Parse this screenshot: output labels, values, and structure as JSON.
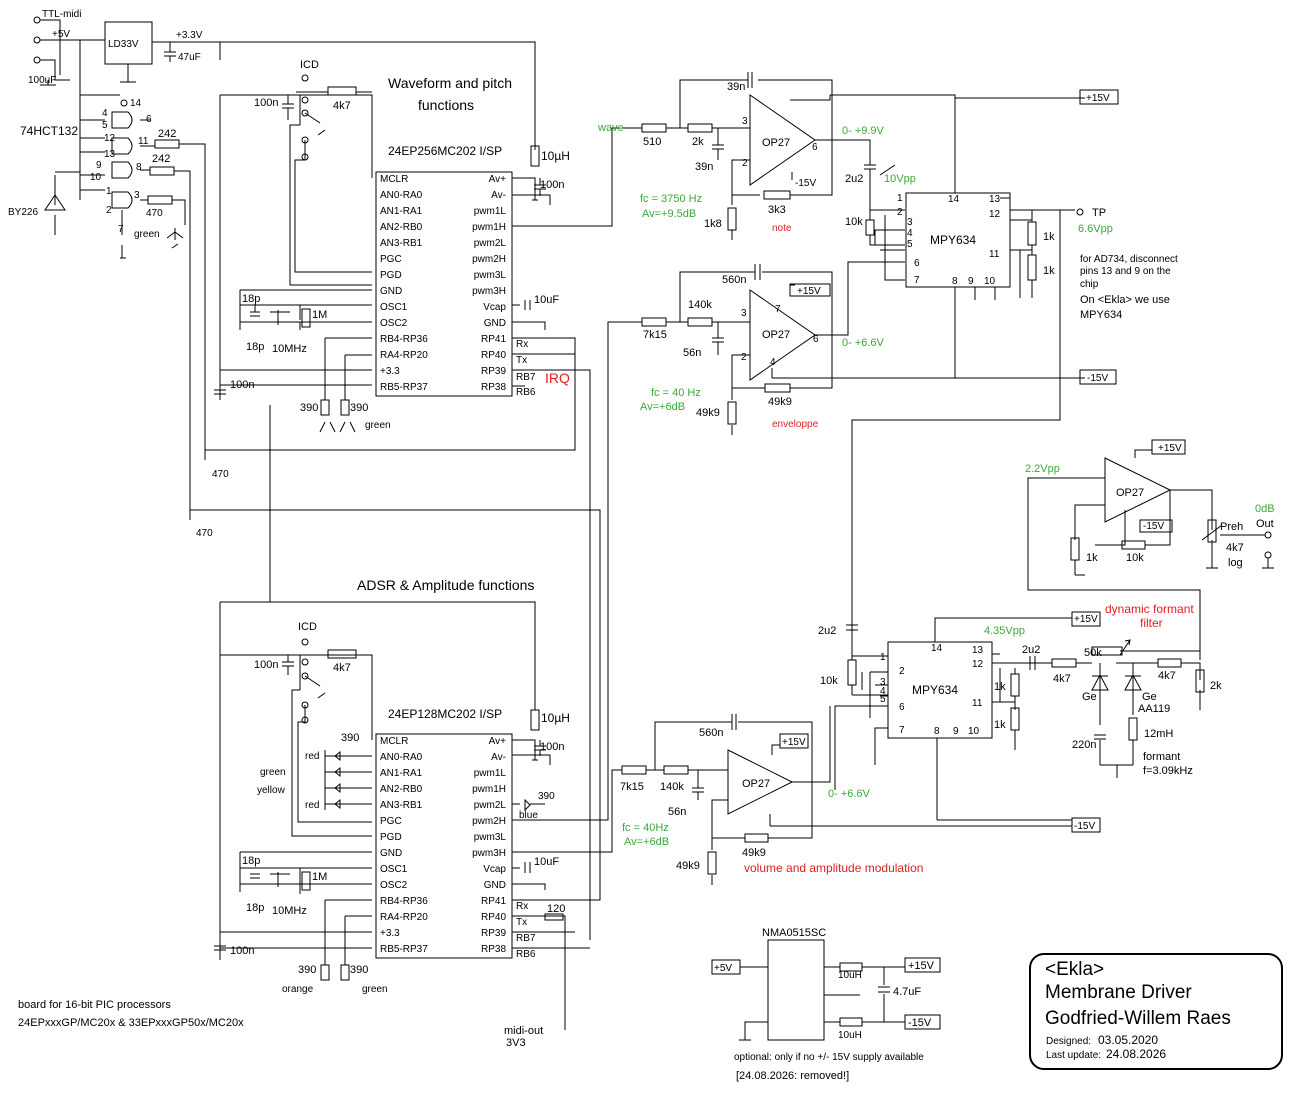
{
  "header": {
    "ttl_midi": "TTL-midi",
    "plus5v": "+5V",
    "ld33v": "LD33V",
    "plus3v3": "+3.3V",
    "c47uf": "47uF",
    "c100uf": "100uF",
    "hct132": "74HCT132",
    "by226": "BY226",
    "r242a": "242",
    "r242b": "242",
    "r470a": "470",
    "green": "green",
    "pins": [
      "14",
      "4",
      "5",
      "6",
      "12",
      "13",
      "11",
      "9",
      "10",
      "8",
      "1",
      "2",
      "3",
      "7"
    ]
  },
  "upper_chip": {
    "section_title_1": "Waveform and pitch",
    "section_title_2": "functions",
    "icd": "ICD",
    "c100n": "100n",
    "r4k7": "4k7",
    "part": "24EP256MC202 I/SP",
    "l10uh": "10µH",
    "c100n_b": "100n",
    "c10uf": "10uF",
    "c100n_c": "100n",
    "c18p_a": "18p",
    "c18p_b": "18p",
    "r1m": "1M",
    "x10mhz": "10MHz",
    "r390a": "390",
    "r390b": "390",
    "led_green": "green",
    "r470_b": "470",
    "r470_c": "470",
    "irq": "IRQ",
    "rx": "Rx",
    "tx": "Tx",
    "rb7": "RB7",
    "rb6": "RB6",
    "left_pins": [
      "MCLR",
      "AN0-RA0",
      "AN1-RA1",
      "AN2-RB0",
      "AN3-RB1",
      "PGC",
      "PGD",
      "GND",
      "OSC1",
      "OSC2",
      "RB4-RP36",
      "RA4-RP20",
      "+3.3",
      "RB5-RP37"
    ],
    "right_pins": [
      "Av+",
      "Av-",
      "pwm1L",
      "pwm1H",
      "pwm2L",
      "pwm2H",
      "pwm3L",
      "pwm3H",
      "Vcap",
      "GND",
      "RP41",
      "RP40",
      "RP39",
      "RP38"
    ]
  },
  "lower_chip": {
    "section_title": "ADSR & Amplitude functions",
    "icd": "ICD",
    "c100n": "100n",
    "r4k7": "4k7",
    "part": "24EP128MC202 I/SP",
    "l10uh": "10µH",
    "c100n_b": "100n",
    "c10uf": "10uF",
    "c100n_c": "100n",
    "r390": "390",
    "led_labels": [
      "red",
      "green",
      "yellow",
      "red"
    ],
    "blue": "blue",
    "r390_blue": "390",
    "c18p_a": "18p",
    "c18p_b": "18p",
    "r1m": "1M",
    "x10mhz": "10MHz",
    "r390c": "390",
    "r390d": "390",
    "orange": "orange",
    "green": "green",
    "r120": "120",
    "rx": "Rx",
    "tx": "Tx",
    "rb7": "RB7",
    "rb6": "RB6",
    "midi_out": "midi-out",
    "v3v3": "3V3",
    "board_note_1": "board for 16-bit PIC processors",
    "board_note_2": "24EPxxxGP/MC20x & 33EPxxxGP50x/MC20x",
    "left_pins": [
      "MCLR",
      "AN0-RA0",
      "AN1-RA1",
      "AN2-RB0",
      "AN3-RB1",
      "PGC",
      "PGD",
      "GND",
      "OSC1",
      "OSC2",
      "RB4-RP36",
      "RA4-RP20",
      "+3.3",
      "RB5-RP37"
    ],
    "right_pins": [
      "Av+",
      "Av-",
      "pwm1L",
      "pwm1H",
      "pwm2L",
      "pwm2H",
      "pwm3L",
      "pwm3H",
      "Vcap",
      "GND",
      "RP41",
      "RP40",
      "RP39",
      "RP38"
    ]
  },
  "wave_filter": {
    "c39n_top": "39n",
    "wave": "wave",
    "r510": "510",
    "r2k": "2k",
    "c39n": "39n",
    "op": "OP27",
    "p3": "3",
    "p2": "2",
    "p6": "6",
    "m15": "-15V",
    "r3k3": "3k3",
    "r1k8": "1k8",
    "note": "note",
    "fc": "fc = 3750 Hz",
    "av": "Av=+9.5dB",
    "out": "0- +9.9V",
    "p15": "+15V"
  },
  "env_filter": {
    "c560n": "560n",
    "r7k15": "7k15",
    "r140k": "140k",
    "c56n": "56n",
    "op": "OP27",
    "p15": "+15V",
    "p7": "7",
    "p3": "3",
    "p2": "2",
    "p4": "4",
    "p6": "6",
    "r49k9a": "49k9",
    "r49k9b": "49k9",
    "fc": "fc = 40 Hz",
    "av": "Av=+6dB",
    "env": "enveloppe",
    "out": "0- +6.6V",
    "m15": "-15V"
  },
  "mpy1": {
    "part": "MPY634",
    "c2u2": "2u2",
    "v10vpp": "10Vpp",
    "r10k": "10k",
    "tp": "TP",
    "v66vpp": "6.6Vpp",
    "r1k_a": "1k",
    "r1k_b": "1k",
    "pins": [
      "1",
      "2",
      "3",
      "4",
      "5",
      "6",
      "7",
      "14",
      "13",
      "12",
      "11",
      "8",
      "9",
      "10"
    ],
    "note1": "for AD734, disconnect",
    "note2": "pins 13 and 9 on the",
    "note3": "chip",
    "note4": "On <Ekla> we use",
    "note5": "MPY634"
  },
  "out_stage": {
    "v22vpp": "2.2Vpp",
    "op": "OP27",
    "p15": "+15V",
    "m15": "-15V",
    "r1k": "1k",
    "r10k": "10k",
    "preh": "Preh",
    "r4k7": "4k7",
    "log": "log",
    "odb": "0dB",
    "out": "Out"
  },
  "mpy2": {
    "part": "MPY634",
    "c2u2": "2u2",
    "r10k": "10k",
    "p15": "+15V",
    "v435vpp": "4.35Vpp",
    "dyn1": "dynamic formant",
    "dyn2": "filter",
    "c2u2b": "2u2",
    "r4k7a": "4k7",
    "r50k": "50k",
    "r4k7b": "4k7",
    "r2k": "2k",
    "r1k_a": "1k",
    "r1k_b": "1k",
    "ge_a": "Ge",
    "ge_b": "Ge",
    "aa119": "AA119",
    "l12mh": "12mH",
    "c220n": "220n",
    "formant": "formant",
    "formant_f": "f=3.09kHz",
    "m15": "-15V",
    "pins": [
      "1",
      "2",
      "3",
      "4",
      "5",
      "6",
      "7",
      "14",
      "13",
      "12",
      "11",
      "8",
      "9",
      "10"
    ]
  },
  "vol_filter": {
    "c560n": "560n",
    "p15": "+15V",
    "r7k15": "7k15",
    "r140k": "140k",
    "c56n": "56n",
    "op": "OP27",
    "fc": "fc = 40Hz",
    "av": "Av=+6dB",
    "out": "0- +6.6V",
    "r49k9a": "49k9",
    "r49k9b": "49k9",
    "vam": "volume and amplitude modulation"
  },
  "dcdc": {
    "part": "NMA0515SC",
    "p5": "+5V",
    "l10uh_a": "10uH",
    "l10uh_b": "10uH",
    "p15": "+15V",
    "m15": "-15V",
    "c47": "4.7uF",
    "opt": "optional: only if no +/- 15V supply available",
    "removed": "[24.08.2026: removed!]"
  },
  "titleblock": {
    "l1": "<Ekla>",
    "l2": "Membrane Driver",
    "l3": "Godfried-Willem Raes",
    "designed_label": "Designed:",
    "designed_value": "03.05.2020",
    "update_label": "Last update:",
    "update_value": "24.08.2026"
  }
}
